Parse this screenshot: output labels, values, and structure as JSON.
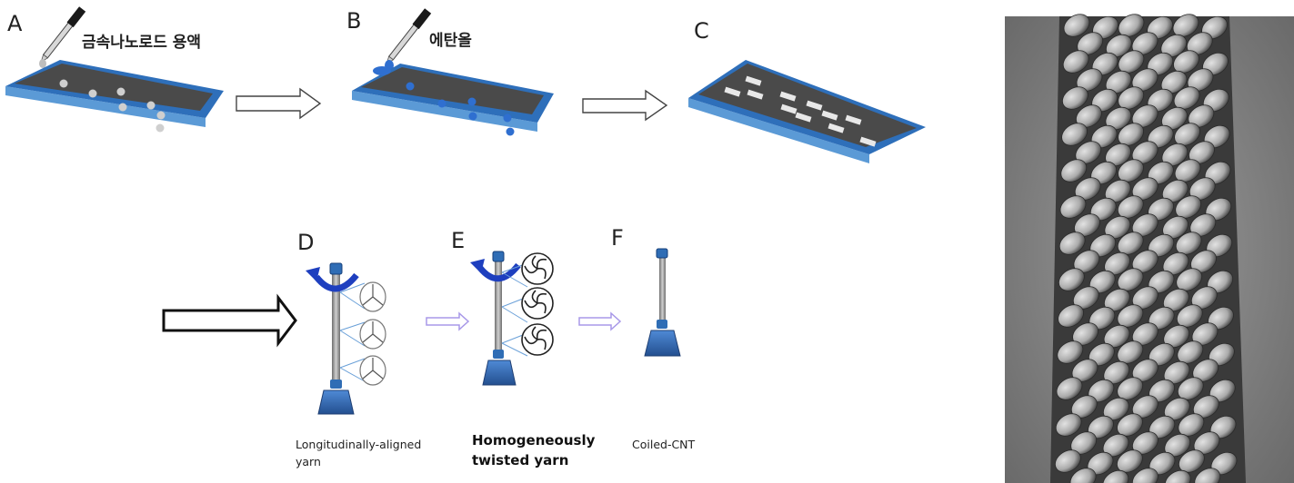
{
  "steps": {
    "a": {
      "letter": "A",
      "text": "금속나노로드 용액"
    },
    "b": {
      "letter": "B",
      "text": "에탄올"
    },
    "c": {
      "letter": "C"
    },
    "d": {
      "letter": "D",
      "caption_line1": "Longitudinally-aligned",
      "caption_line2": "yarn"
    },
    "e": {
      "letter": "E",
      "caption_line1": "Homogeneously",
      "caption_line2": "twisted yarn"
    },
    "f": {
      "letter": "F",
      "caption_line1": "Coiled-CNT"
    }
  },
  "colors": {
    "substrate_top": "#4a4a4a",
    "substrate_edge": "#2e6fba",
    "substrate_side": "#5b9ad6",
    "droplet_blue": "#2f6fd0",
    "droplet_grey": "#c8c8c8",
    "spinner_blue": "#1e3fbf",
    "base_blue": "#2f6db5",
    "arrow_light": "#a898e8",
    "sem_bg": "#7a7a7a"
  },
  "icons": [
    "pipette-icon",
    "rotation-arrow-icon",
    "reel-icon",
    "block-arrow-icon"
  ]
}
